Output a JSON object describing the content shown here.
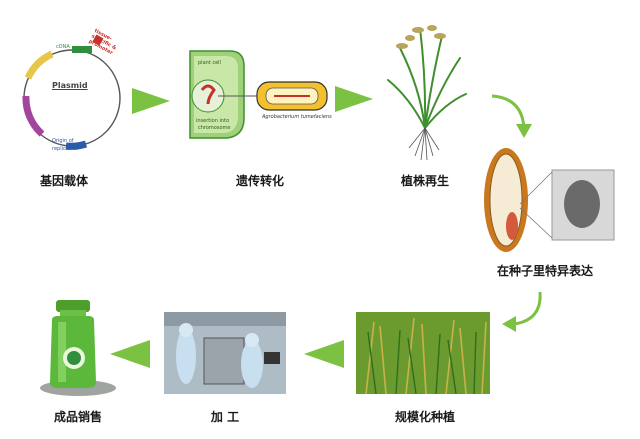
{
  "steps": {
    "vector": {
      "caption": "基因载体"
    },
    "transform": {
      "caption": "遗传转化"
    },
    "regen": {
      "caption": "植株再生"
    },
    "seed": {
      "caption": "在种子里特异表达"
    },
    "planting": {
      "caption": "规模化种植"
    },
    "processing": {
      "caption": "加 工"
    },
    "sales": {
      "caption": "成品销售"
    }
  },
  "plasmid": {
    "title": "Plasmid",
    "cdna": "cDNA",
    "red_label": "tissue-specific & promoter",
    "origin_label_1": "Origin of",
    "origin_label_2": "replication"
  },
  "transform_panel": {
    "cell_label": "plant cell",
    "chromosome_label_1": "insertion into",
    "chromosome_label_2": "chromosome",
    "bacterium_label": "Agrobacterium tumefaciens"
  },
  "colors": {
    "arrow_green": "#7cc242",
    "bottle_green": "#5cb83a",
    "plasmid_red": "#c8302c",
    "plasmid_blue": "#2a5aa8",
    "plasmid_purple": "#a3459c"
  }
}
